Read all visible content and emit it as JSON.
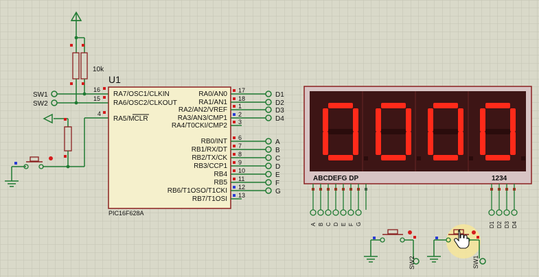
{
  "colors": {
    "background": "#d9d9c9",
    "grid": "#c4c4b2",
    "wire": "#1f7a32",
    "chip_fill": "#f5f0cc",
    "chip_border": "#8b2020",
    "pin_red": "#d41c1c",
    "pin_blue": "#2a3cd4",
    "display_body": "#3d1515",
    "display_frame": "#d8c4c4",
    "segment_on": "#ff2a1a",
    "segment_off": "#2a0c0c",
    "highlight": "#f6e59a"
  },
  "mcu": {
    "ref": "U1",
    "part": "PIC16F628A",
    "left_pins": [
      {
        "num": "16",
        "name": "RA7/OSC1/CLKIN",
        "net": "SW1"
      },
      {
        "num": "15",
        "name": "RA6/OSC2/CLKOUT",
        "net": "SW2"
      },
      {
        "num": "4",
        "name": "RA5/MCLR",
        "net": ""
      }
    ],
    "right_pins": [
      {
        "num": "17",
        "name": "RA0/AN0",
        "net": "D1"
      },
      {
        "num": "18",
        "name": "RA1/AN1",
        "net": "D2"
      },
      {
        "num": "1",
        "name": "RA2/AN2/VREF",
        "net": "D3"
      },
      {
        "num": "2",
        "name": "RA3/AN3/CMP1",
        "net": "D4"
      },
      {
        "num": "3",
        "name": "RA4/T0CKI/CMP2",
        "net": ""
      },
      {
        "num": "6",
        "name": "RB0/INT",
        "net": "A"
      },
      {
        "num": "7",
        "name": "RB1/RX/DT",
        "net": "B"
      },
      {
        "num": "8",
        "name": "RB2/TX/CK",
        "net": "C"
      },
      {
        "num": "9",
        "name": "RB3/CCP1",
        "net": "D"
      },
      {
        "num": "10",
        "name": "RB4",
        "net": "E"
      },
      {
        "num": "11",
        "name": "RB5",
        "net": "F"
      },
      {
        "num": "12",
        "name": "RB6/T1OSO/T1CKI",
        "net": "G"
      },
      {
        "num": "13",
        "name": "RB7/T1OSI",
        "net": ""
      }
    ]
  },
  "resistor": {
    "value": "10k"
  },
  "inputs": {
    "sw1": "SW1",
    "sw2": "SW2"
  },
  "display": {
    "digits": [
      "0",
      "0",
      "0",
      "0"
    ],
    "segment_header": "ABCDEFG DP",
    "digit_header": "1234",
    "bottom_left_labels": [
      "A",
      "B",
      "C",
      "D",
      "E",
      "F",
      "G"
    ],
    "bottom_right_labels": [
      "D1",
      "D2",
      "D3",
      "D4"
    ]
  },
  "switches": {
    "sw2": "SW2",
    "sw1": "SW1"
  }
}
